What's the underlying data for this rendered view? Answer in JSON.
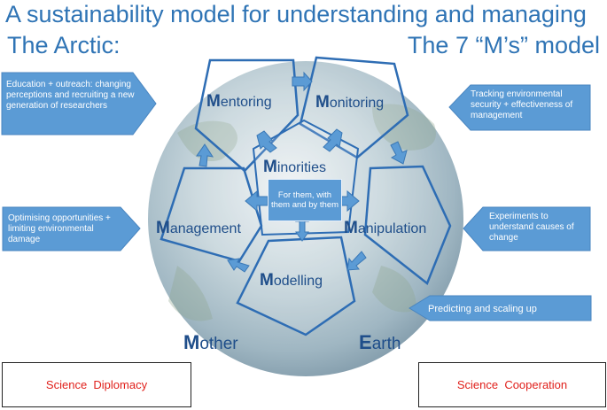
{
  "title": {
    "line1": "A sustainability model for understanding and managing",
    "line2_left": "The Arctic:",
    "line2_right": "The 7 “M’s” model"
  },
  "pentagons": [
    {
      "initial": "M",
      "rest": "entoring"
    },
    {
      "initial": "M",
      "rest": "onitoring"
    },
    {
      "initial": "M",
      "rest": "anipulation"
    },
    {
      "initial": "M",
      "rest": "odelling"
    },
    {
      "initial": "M",
      "rest": "anagement"
    }
  ],
  "center": {
    "initial": "M",
    "rest": "inorities",
    "box_text": "For them, with them and by them"
  },
  "callouts": {
    "mentoring": "Education + outreach: changing perceptions and recruiting a new generation of researchers",
    "monitoring": "Tracking environmental security + effectiveness of management",
    "management": "Optimising opportunities + limiting environmental damage",
    "manipulation": "Experiments to understand causes of change",
    "modelling": "Predicting and scaling up"
  },
  "earth": {
    "mother_initial": "M",
    "mother_rest": "other",
    "earth_initial": "E",
    "earth_rest": "arth"
  },
  "boxes": {
    "left": "Science  Diplomacy",
    "right": "Science  Cooperation"
  },
  "colors": {
    "title": "#2f74b5",
    "callout_fill": "#5b9bd5",
    "pentagon_stroke": "#2e6db4",
    "label": "#1f4e8a",
    "science_text": "#e0201b"
  }
}
